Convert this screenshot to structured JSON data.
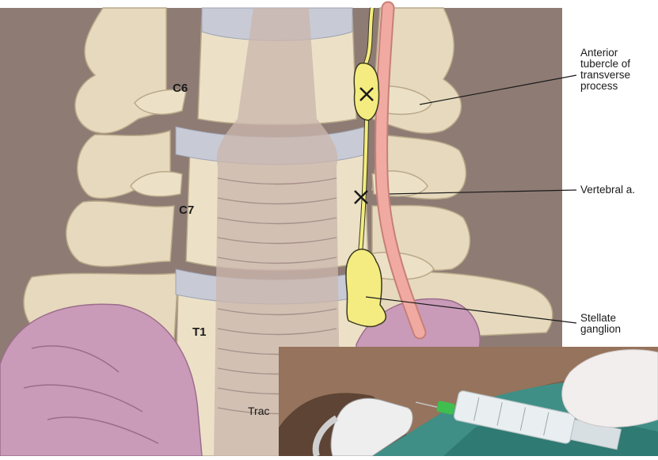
{
  "vertebrae": {
    "c6": "C6",
    "c7": "C7",
    "t1": "T1"
  },
  "labels": {
    "anterior_tubercle": [
      "Anterior",
      "tubercle of",
      "transverse",
      "process"
    ],
    "vertebral_artery": "Vertebral a.",
    "stellate_ganglion": [
      "Stellate",
      "ganglion"
    ],
    "trachea_partial": "Trac"
  },
  "colors": {
    "background": "#8e7b74",
    "bone": "#e8dcc0",
    "disc": "#c8cbd6",
    "trachea": "#c9b4ab",
    "ganglion": "#f4ec80",
    "artery": "#f0a8a0",
    "lung": "#c79bb7",
    "skin": "#8a6b55",
    "drape": "#3f8f86"
  },
  "icons": {
    "needle_marks": "x-mark-icon"
  }
}
